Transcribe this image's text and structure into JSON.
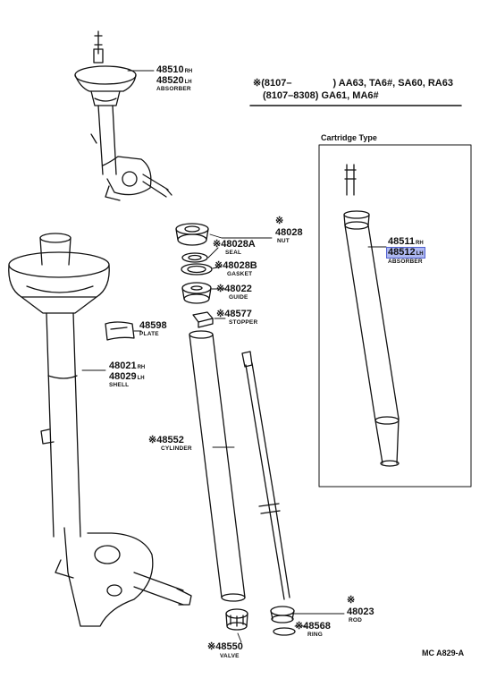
{
  "applicability": {
    "line1_prefix": "※(8107–",
    "line1_models": ") AA63, TA6#, SA60, RA63",
    "line2": "(8107–8308) GA61, MA6#"
  },
  "cartridge": {
    "title": "Cartridge Type",
    "part_a": "48511",
    "part_a_side": "RH",
    "part_b": "48512",
    "part_b_side": "LH",
    "name": "ABSORBER",
    "highlighted_part": "48512"
  },
  "parts": {
    "absorber_top": {
      "a": "48510",
      "a_side": "RH",
      "b": "48520",
      "b_side": "LH",
      "name": "ABSORBER"
    },
    "nut": {
      "star": "※",
      "number": "48028",
      "name": "NUT"
    },
    "seal": {
      "star": "※",
      "number": "48028A",
      "name": "SEAL"
    },
    "gasket": {
      "star": "※",
      "number": "48028B",
      "name": "GASKET"
    },
    "guide": {
      "star": "※",
      "number": "48022",
      "name": "GUIDE"
    },
    "plate": {
      "number": "48598",
      "name": "PLATE"
    },
    "stopper": {
      "star": "※",
      "number": "48577",
      "name": "STOPPER"
    },
    "shell": {
      "a": "48021",
      "a_side": "RH",
      "b": "48029",
      "b_side": "LH",
      "name": "SHELL"
    },
    "cylinder": {
      "star": "※",
      "number": "48552",
      "name": "CYLINDER"
    },
    "rod": {
      "star": "※",
      "number": "48023",
      "name": "ROD"
    },
    "ring": {
      "star": "※",
      "number": "48568",
      "name": "RING"
    },
    "valve": {
      "star": "※",
      "number": "48550",
      "name": "VALVE"
    }
  },
  "footer": {
    "code": "MC A829-A"
  },
  "colors": {
    "ink": "#111111",
    "highlight": "#aeb8f0",
    "highlight_border": "#5060d0"
  }
}
